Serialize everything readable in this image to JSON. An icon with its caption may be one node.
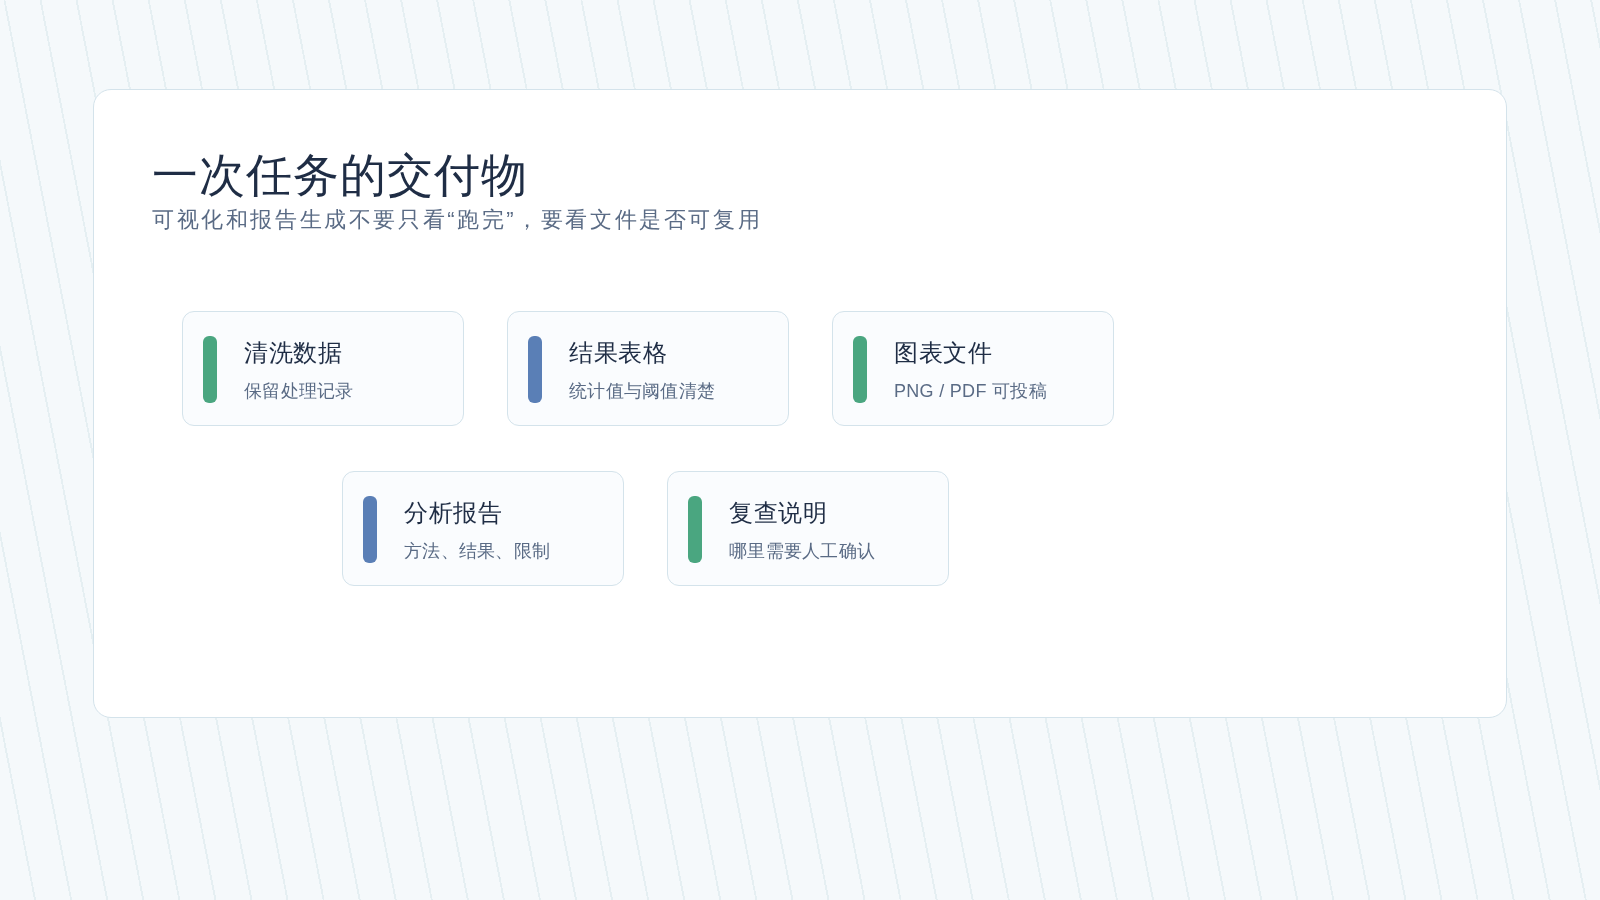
{
  "diagram": {
    "title": "一次任务的交付物",
    "nodes": [
      {
        "text": [
          "清洗数据",
          "保留处理记录"
        ]
      },
      {
        "text": [
          "结果表格",
          "统计值与阈值清楚"
        ]
      },
      {
        "text": [
          "图表文件",
          "PNG / PDF 可投稿"
        ]
      },
      {
        "text": [
          "分析报告",
          "方法、结果、限制"
        ]
      },
      {
        "text": [
          "复查说明",
          "哪里需要人工确认"
        ]
      }
    ],
    "labels": [
      "可视化和报告生成不要只看“跑完”，要看文件是否可复用"
    ]
  }
}
